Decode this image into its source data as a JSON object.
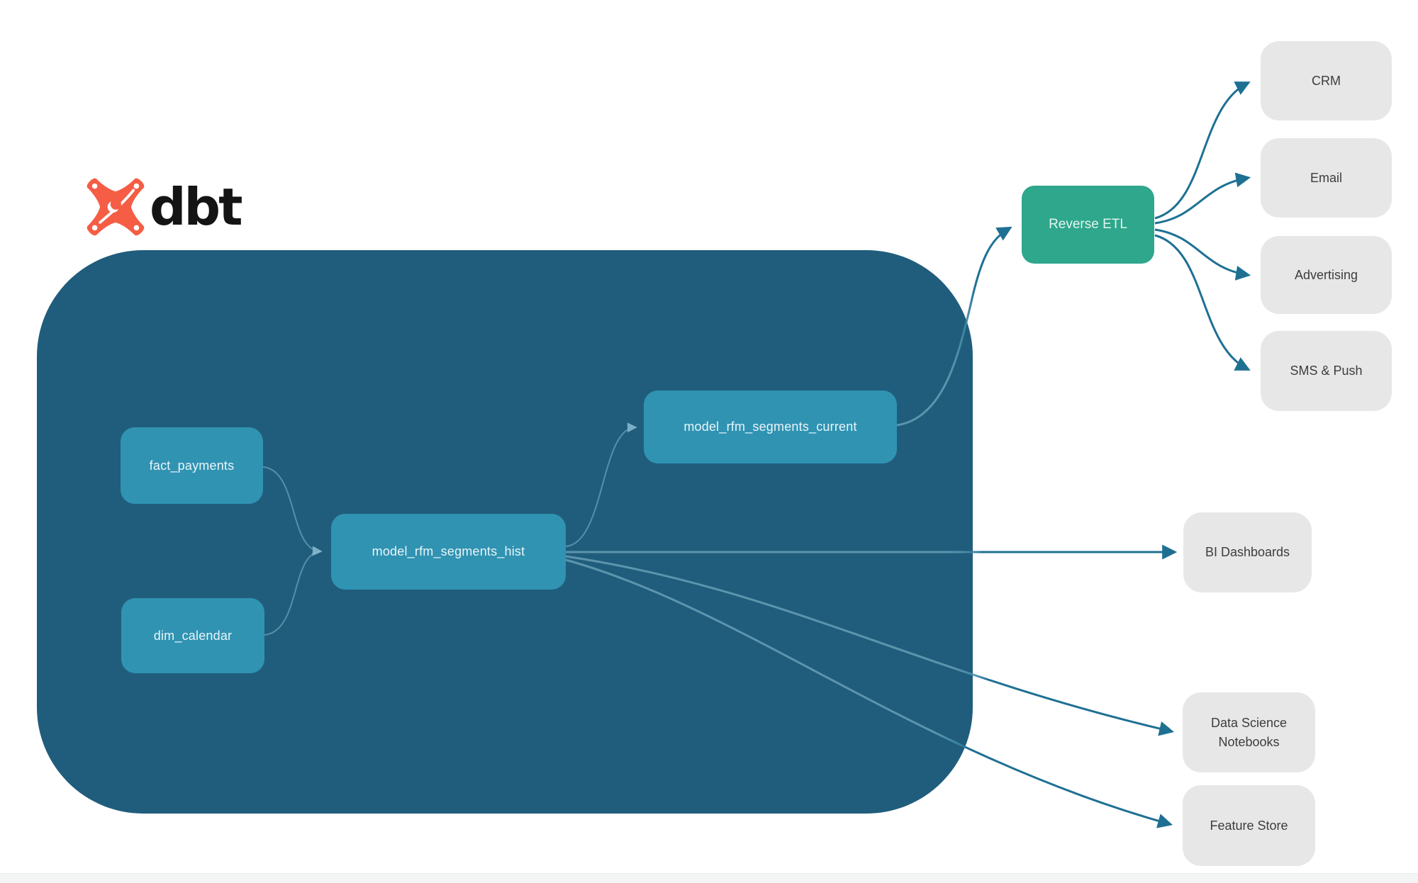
{
  "logo": {
    "wordmark": "dbt",
    "icon": "dbt-supernova-icon"
  },
  "pipeline": {
    "sources": [
      {
        "label": "fact_payments"
      },
      {
        "label": "dim_calendar"
      }
    ],
    "models": [
      {
        "label": "model_rfm_segments_hist"
      },
      {
        "label": "model_rfm_segments_current"
      }
    ],
    "reverse_etl": {
      "label": "Reverse ETL"
    },
    "activation_destinations": [
      {
        "label": "CRM"
      },
      {
        "label": "Email"
      },
      {
        "label": "Advertising"
      },
      {
        "label": "SMS & Push"
      }
    ],
    "analytics_destinations": [
      {
        "label": "BI Dashboards"
      },
      {
        "label": "Data Science Notebooks"
      },
      {
        "label": "Feature Store"
      }
    ]
  },
  "colors": {
    "container": "#205d7c",
    "node": "#3093b2",
    "accent-green": "#2ea78c",
    "dest": "#e7e7e7",
    "edge-dark": "#1e7093",
    "edge-light": "#8ec2d5",
    "logo-orange": "#f55d44"
  }
}
